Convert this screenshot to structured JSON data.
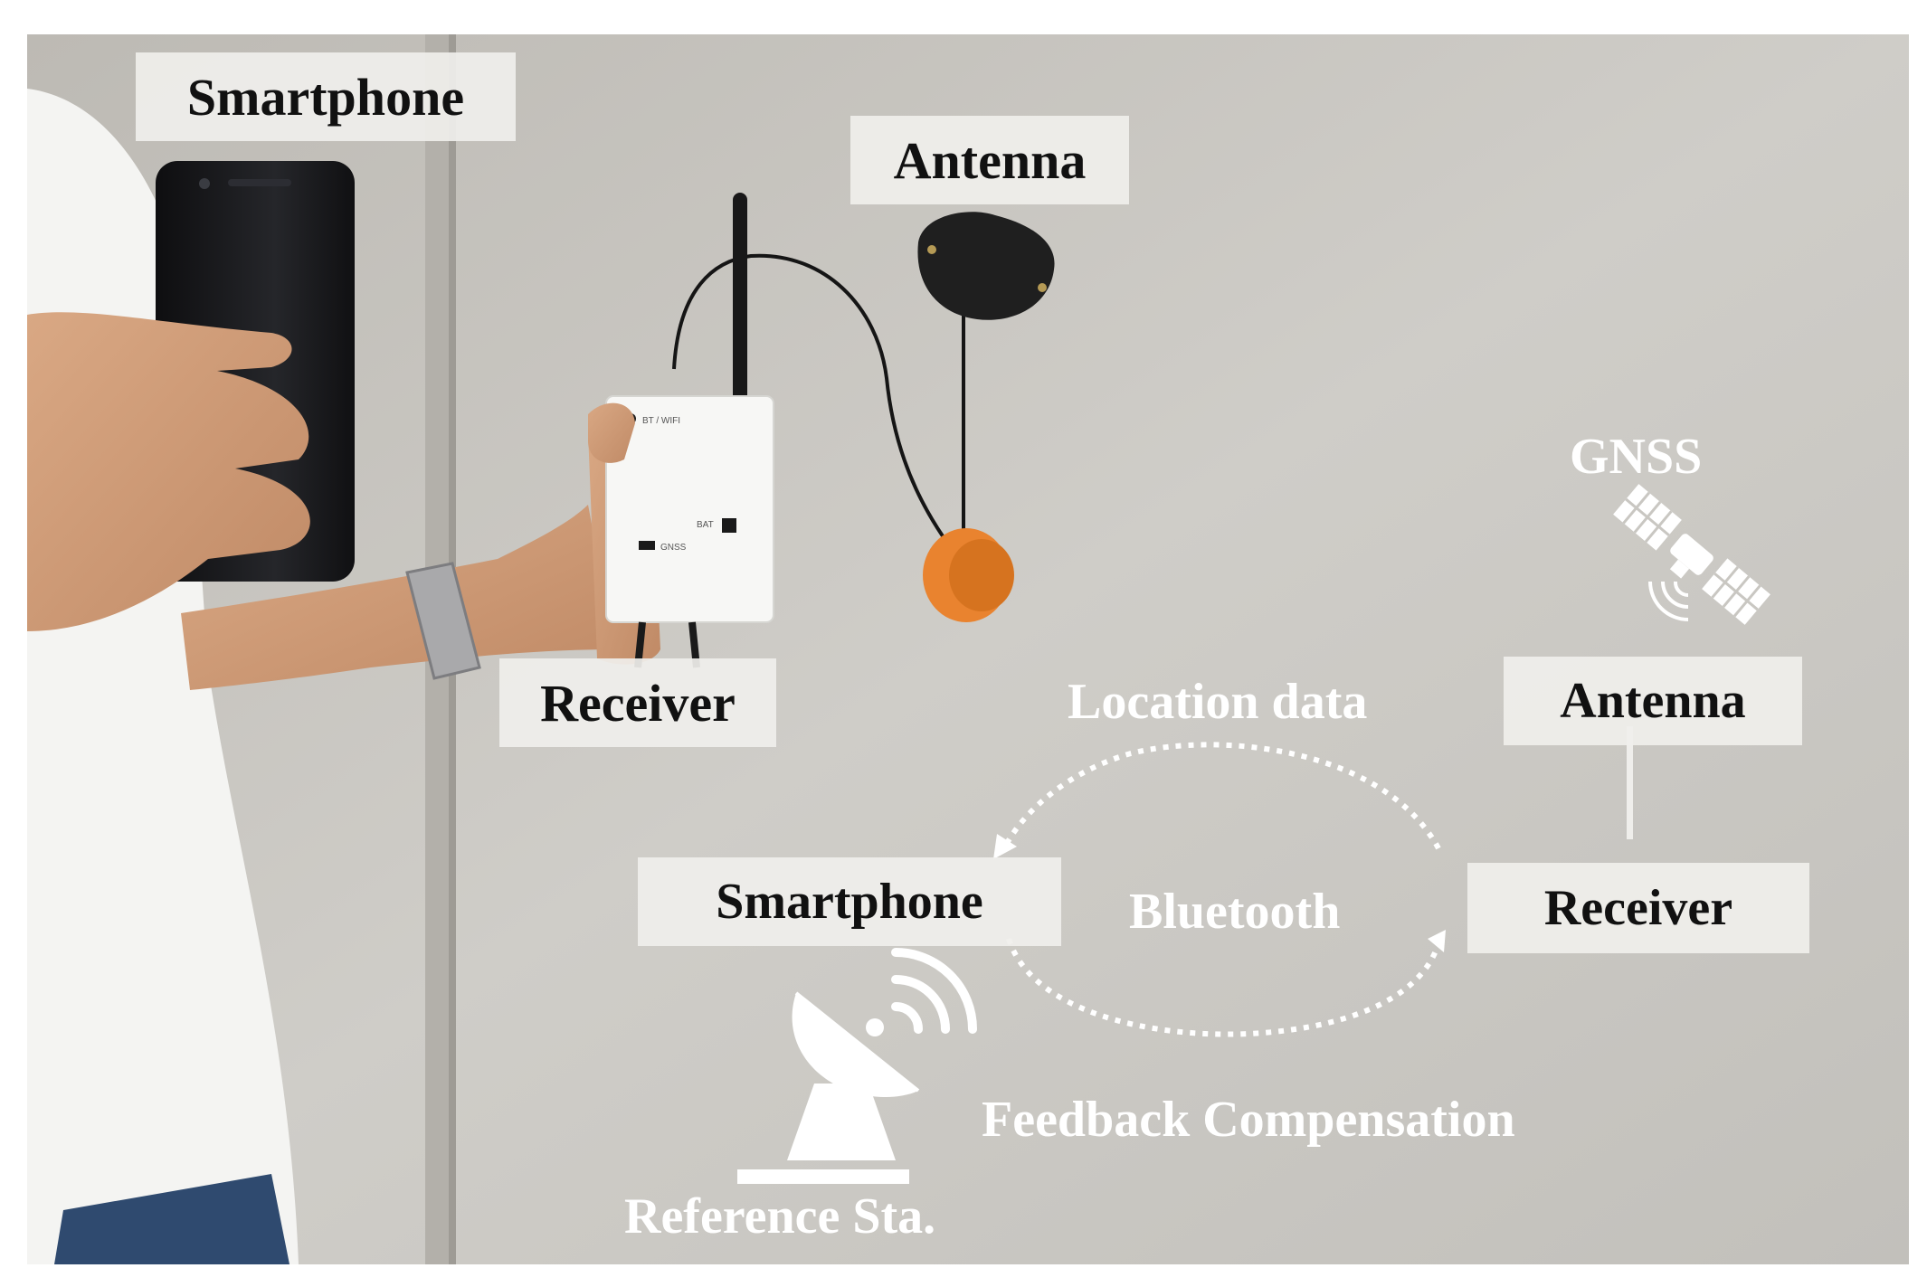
{
  "photo_labels": {
    "smartphone": "Smartphone",
    "antenna": "Antenna",
    "receiver": "Receiver"
  },
  "device_print": {
    "bt_wifi": "BT / WIFI",
    "bat": "BAT",
    "gnss": "GNSS"
  },
  "diagram": {
    "gnss": "GNSS",
    "antenna": "Antenna",
    "receiver": "Receiver",
    "smartphone": "Smartphone",
    "location_data": "Location data",
    "bluetooth": "Bluetooth",
    "feedback": "Feedback Compensation",
    "reference": "Reference Sta."
  },
  "icons": [
    "satellite-icon",
    "satellite-dish-icon",
    "signal-waves-icon"
  ],
  "colors": {
    "wall": "#c9c7c2",
    "label_bg": "#f0efec",
    "orange_holder": "#e9832f",
    "diagram_white": "#ffffff"
  }
}
